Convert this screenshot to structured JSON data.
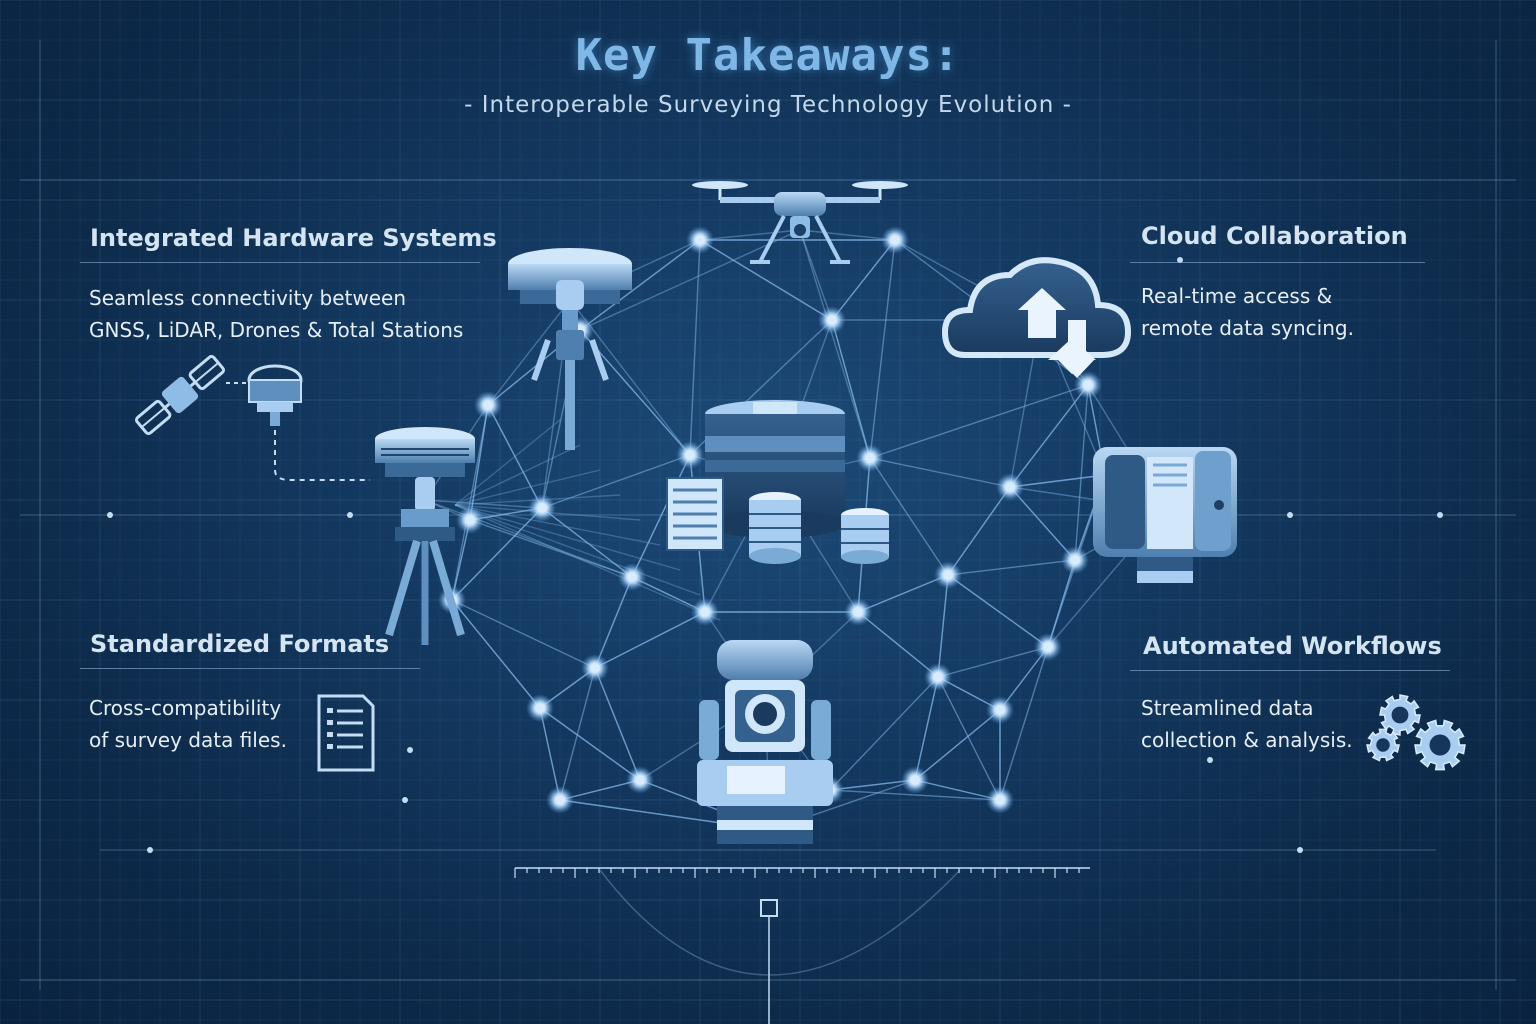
{
  "header": {
    "title": "Key Takeaways:",
    "subtitle": "- Interoperable Surveying Technology Evolution -"
  },
  "sections": {
    "hardware": {
      "title": "Integrated Hardware Systems",
      "desc_line1": "Seamless connectivity between",
      "desc_line2": "GNSS, LiDAR, Drones & Total Stations"
    },
    "cloud": {
      "title": "Cloud Collaboration",
      "desc_line1": "Real-time access &",
      "desc_line2": "remote data syncing."
    },
    "formats": {
      "title": "Standardized Formats",
      "desc_line1": "Cross-compatibility",
      "desc_line2": "of survey data files."
    },
    "workflows": {
      "title": "Automated Workflows",
      "desc_line1": "Streamlined data",
      "desc_line2": "collection & analysis."
    }
  },
  "icons": {
    "drone": "drone-icon",
    "gnss_top": "gnss-receiver-icon",
    "gnss_left": "gnss-tripod-icon",
    "satellite": "satellite-icon",
    "antenna_small": "gnss-antenna-icon",
    "cloud": "cloud-sync-icon",
    "lidar": "lidar-scanner-icon",
    "server": "central-data-hub-icon",
    "total_station": "total-station-icon",
    "document": "document-icon",
    "gears": "gears-icon"
  },
  "colors": {
    "background": "#0d2a4a",
    "accent": "#7fb8e6",
    "node": "#bfe0ff",
    "line": "#6fa8dc"
  }
}
